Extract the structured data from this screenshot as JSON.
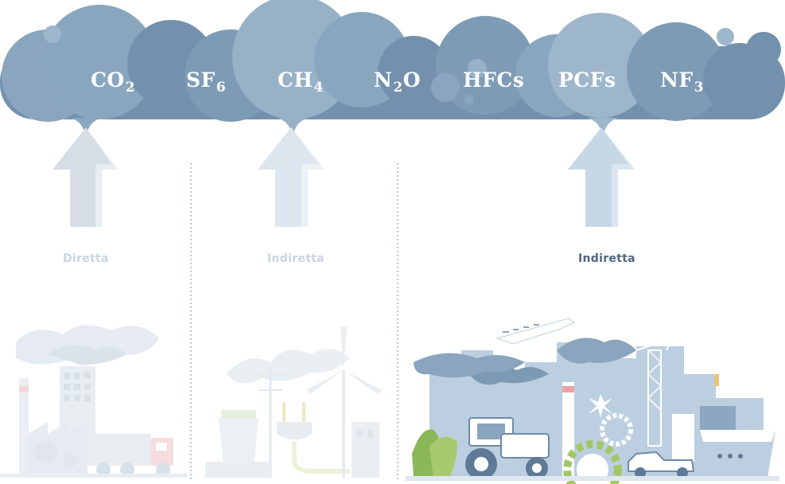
{
  "gases": [
    {
      "base": "CO",
      "sub": "2",
      "tail": ""
    },
    {
      "base": "SF",
      "sub": "6",
      "tail": ""
    },
    {
      "base": "CH",
      "sub": "4",
      "tail": ""
    },
    {
      "base": "N",
      "sub": "2",
      "tail": "O"
    },
    {
      "base": "HFCs",
      "sub": "",
      "tail": ""
    },
    {
      "base": "PCFs",
      "sub": "",
      "tail": ""
    },
    {
      "base": "NF",
      "sub": "3",
      "tail": ""
    }
  ],
  "categories": [
    {
      "label": "Diretta",
      "color": "#c9d5e0"
    },
    {
      "label": "Indiretta",
      "color": "#c9d5e0"
    },
    {
      "label": "Indiretta",
      "color": "#4d6784"
    }
  ],
  "colors": {
    "cloud_dark": "#7391ad",
    "cloud_mid": "#89a6bf",
    "cloud_light": "#9db6cb",
    "arrow_1": "#d6dde4",
    "arrow_2": "#dde6ee",
    "arrow_3": "#c6d8e6",
    "divider": "#8aa0b5"
  },
  "icons": [
    "factory-icon",
    "truck-icon",
    "power-plant-icon",
    "plug-icon",
    "wind-turbine-icon",
    "city-icon",
    "airplane-icon",
    "tractor-icon",
    "gear-icon",
    "car-icon",
    "ship-icon"
  ]
}
